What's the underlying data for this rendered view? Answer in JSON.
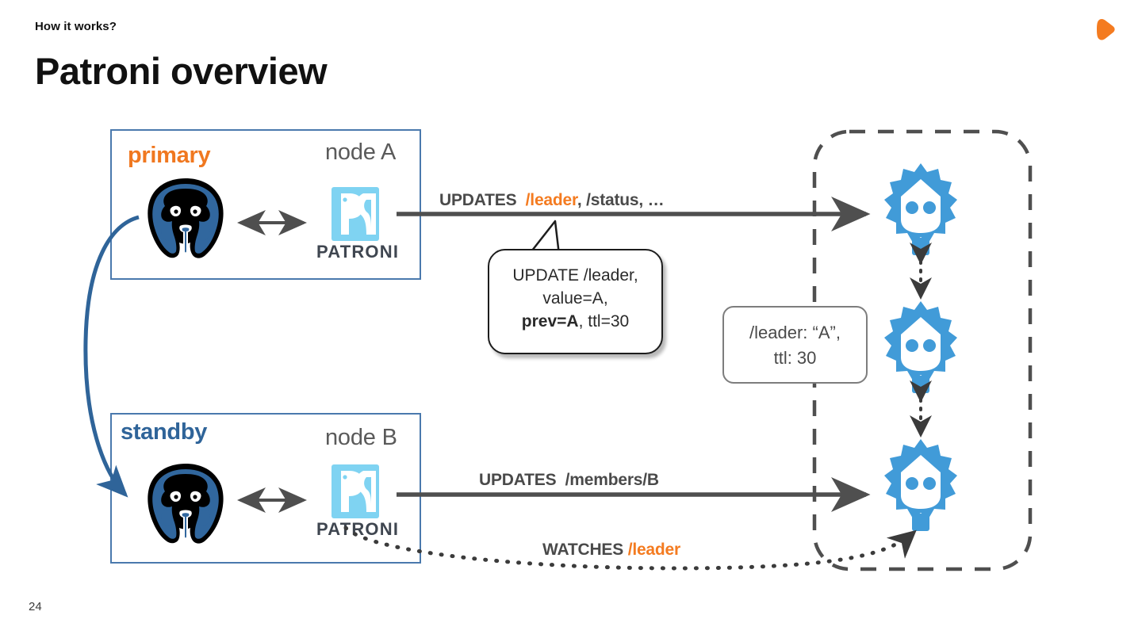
{
  "header": {
    "kicker": "How it works?",
    "title": "Patroni overview",
    "logo_icon": "play-triangle-logo",
    "logo_color": "#F47B20"
  },
  "footer": {
    "page_number": "24"
  },
  "colors": {
    "accent_orange": "#F47B20",
    "postgres_blue": "#31679E",
    "node_border_blue": "#4A79AD",
    "etcd_blue": "#419BD8",
    "arrow_gray": "#4F4F4F",
    "label_gray": "#5A5A5A"
  },
  "nodes": [
    {
      "id": "node-a",
      "role_label": "primary",
      "role_color": "#F07820",
      "name_label": "node A",
      "db_icon": "postgresql-elephant-icon",
      "agent_icon": "patroni-logo-icon",
      "agent_label": "PATRONI",
      "link_icon": "bidirectional-arrow-icon"
    },
    {
      "id": "node-b",
      "role_label": "standby",
      "role_color": "#2F6499",
      "name_label": "node B",
      "db_icon": "postgresql-elephant-icon",
      "agent_icon": "patroni-logo-icon",
      "agent_label": "PATRONI",
      "link_icon": "bidirectional-arrow-icon"
    }
  ],
  "edges": {
    "updates_a": {
      "verb": "UPDATES",
      "key_highlight": "/leader",
      "rest": ", /status, …",
      "icon": "solid-arrow-right-icon"
    },
    "updates_b": {
      "verb": "UPDATES",
      "path": "/members/B",
      "icon": "solid-arrow-right-icon"
    },
    "watches": {
      "verb": "WATCHES",
      "key_highlight": "/leader",
      "icon": "dotted-arrow-right-icon"
    },
    "replication": {
      "icon": "curved-replication-arrow-icon"
    }
  },
  "callout": {
    "line1": "UPDATE /leader,",
    "line2": "value=A,",
    "line3_bold": "prev=A",
    "line3_rest": ", ttl=30"
  },
  "dcs": {
    "container_icon": "dashed-rounded-boundary",
    "members": [
      {
        "id": "etcd-node-1",
        "icon": "etcd-gear-icon"
      },
      {
        "id": "etcd-node-2",
        "icon": "etcd-gear-icon"
      },
      {
        "id": "etcd-node-3",
        "icon": "etcd-gear-icon"
      }
    ],
    "peer_link_icon": "dotted-bidirectional-arrow-icon",
    "kv_box": {
      "line1": "/leader: “A”,",
      "line2": "ttl: 30"
    }
  }
}
